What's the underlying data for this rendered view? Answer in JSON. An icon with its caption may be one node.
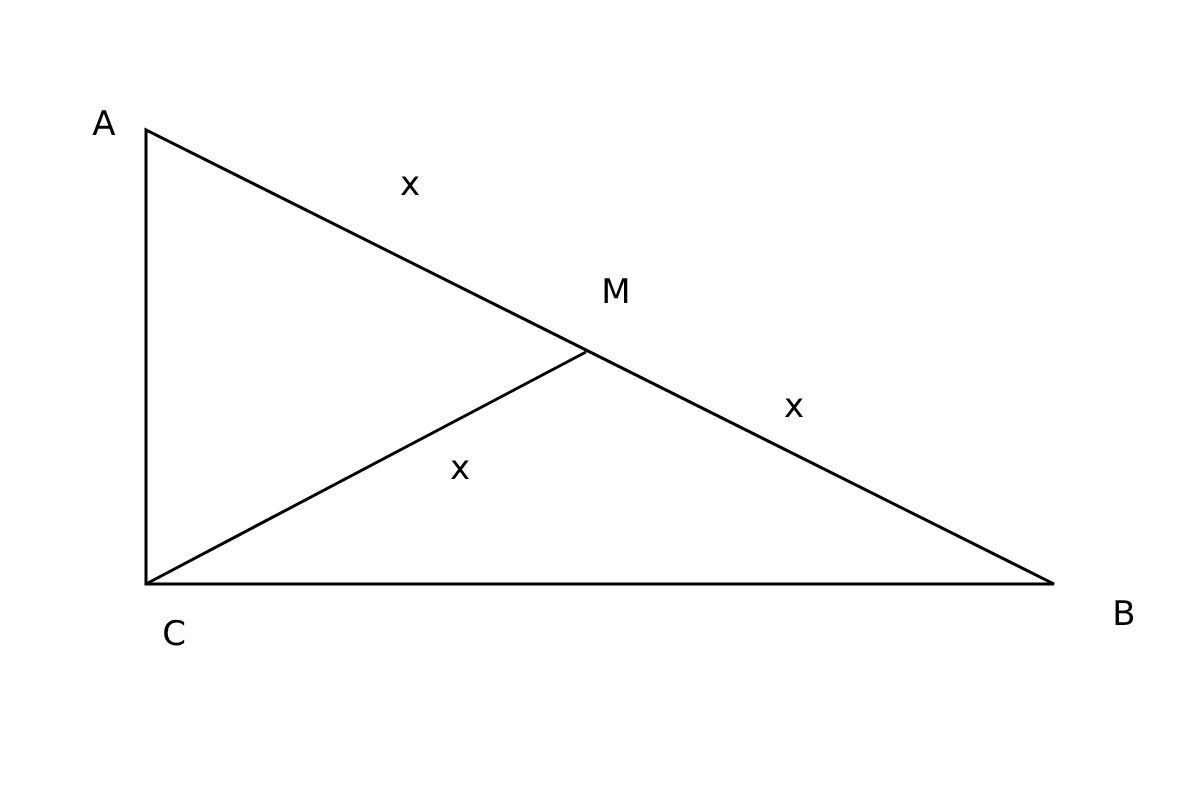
{
  "diagram": {
    "labels": [
      "A",
      "x",
      "M",
      "x",
      "x",
      "C",
      "B"
    ]
  }
}
